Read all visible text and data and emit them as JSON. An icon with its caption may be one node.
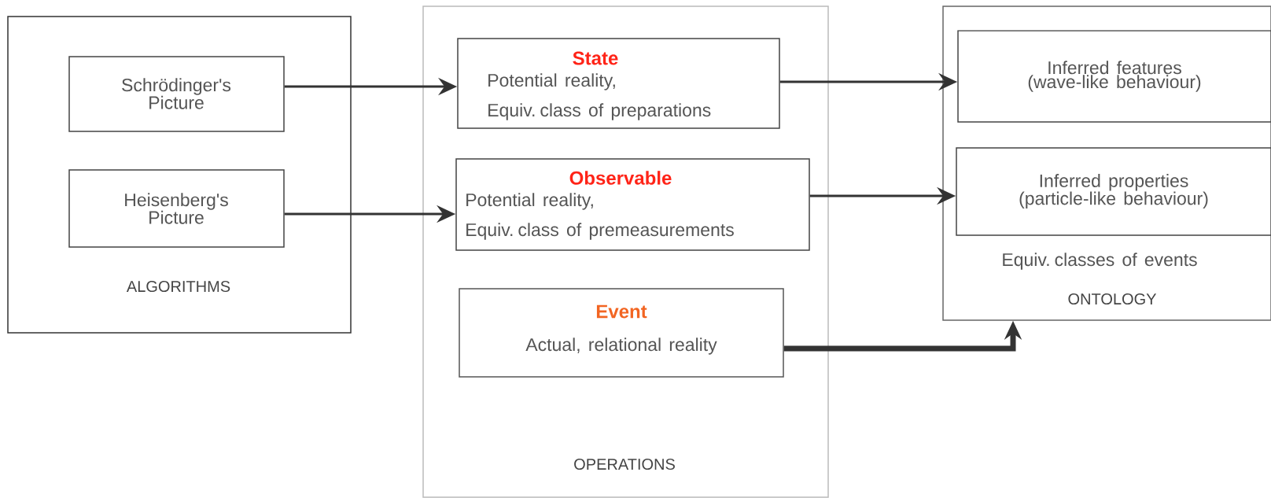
{
  "diagram": {
    "nodes": [
      {
        "text": [
          "ALGORITHMS"
        ]
      },
      {
        "text": [
          "Schrödinger's Picture"
        ],
        "in": 0
      },
      {
        "text": [
          "Heisenberg's Picture"
        ],
        "in": 0
      },
      {
        "text": [
          "OPERATIONS"
        ]
      },
      {
        "text": [
          "State",
          "Potential reality,",
          "Equiv. class of preparations"
        ],
        "in": 3
      },
      {
        "text": [
          "Observable",
          "Potential reality,",
          "Equiv. class of premeasurements"
        ],
        "in": 3
      },
      {
        "text": [
          "Event",
          "Actual, relational reality"
        ],
        "in": 3
      },
      {
        "text": [
          "Equiv. classes of events",
          "ONTOLOGY"
        ]
      },
      {
        "text": [
          "Inferred features (wave-like behaviour)"
        ],
        "in": 7
      },
      {
        "text": [
          "Inferred properties (particle-like behaviour)"
        ],
        "in": 7
      }
    ],
    "edges": [
      {
        "from": 1,
        "to": 4,
        "arrow": "to"
      },
      {
        "from": 2,
        "to": 5,
        "arrow": "to"
      },
      {
        "from": 4,
        "to": 8,
        "arrow": "to"
      },
      {
        "from": 5,
        "to": 9,
        "arrow": "to"
      },
      {
        "from": 6,
        "to": 7,
        "arrow": "to",
        "style": "thick"
      }
    ]
  }
}
